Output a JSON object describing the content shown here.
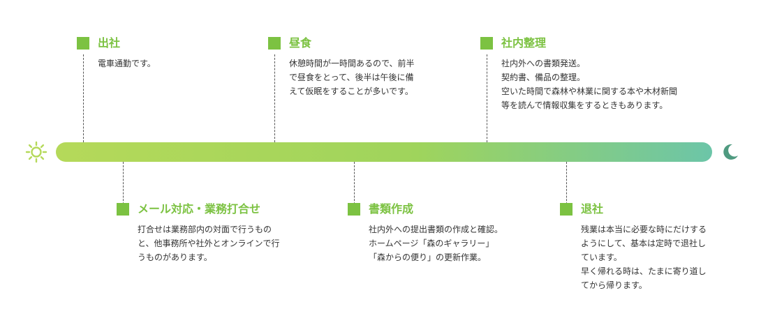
{
  "colors": {
    "accent": "#7cc242",
    "bar_start": "#b5d95a",
    "bar_end": "#6cc5a8",
    "sun": "#b5d95a",
    "moon": "#4f9a80",
    "text": "#333333"
  },
  "icons": {
    "start": "sun-icon",
    "end": "moon-icon"
  },
  "events_top": [
    {
      "title": "出社",
      "lines": [
        "電車通勤です。"
      ]
    },
    {
      "title": "昼食",
      "lines": [
        "休憩時間が一時間あるので、前半",
        "で昼食をとって、後半は午後に備",
        "えて仮眠をすることが多いです。"
      ]
    },
    {
      "title": "社内整理",
      "lines": [
        "社内外への書類発送。",
        "契約書、備品の整理。",
        "空いた時間で森林や林業に関する本や木材新聞",
        "等を読んで情報収集をするときもあります。"
      ]
    }
  ],
  "events_bottom": [
    {
      "title": "メール対応・業務打合せ",
      "lines": [
        "打合せは業務部内の対面で行うもの",
        "と、他事務所や社外とオンラインで行",
        "うものがあります。"
      ]
    },
    {
      "title": "書類作成",
      "lines": [
        "社内外への提出書類の作成と確認。",
        "ホームページ「森のギャラリー」",
        "「森からの便り」の更新作業。"
      ]
    },
    {
      "title": "退社",
      "lines": [
        "残業は本当に必要な時にだけする",
        "ようにして、基本は定時で退社し",
        "ています。",
        "早く帰れる時は、たまに寄り道し",
        "てから帰ります。"
      ]
    }
  ]
}
